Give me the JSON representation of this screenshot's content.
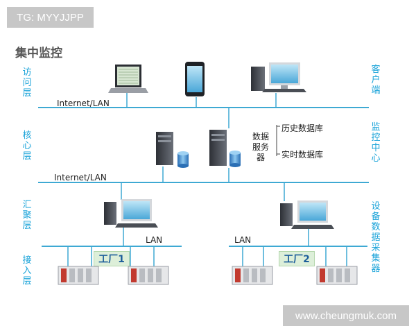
{
  "watermark_top": "TG: MYYJJPP",
  "watermark_bottom": "www.cheungmuk.com",
  "title": "集中监控",
  "left_layers": [
    "访问层",
    "核心层",
    "汇聚层",
    "接入层"
  ],
  "right_labels": [
    "客户端",
    "监控中心",
    "设备数据采集器"
  ],
  "network_labels": [
    "Internet/LAN",
    "Internet/LAN",
    "LAN",
    "LAN"
  ],
  "server_label": "数据服务器",
  "databases": [
    "历史数据库",
    "实时数据库"
  ],
  "factories": [
    "工厂1",
    "工厂2"
  ],
  "colors": {
    "accent": "#1aa3d9",
    "line": "#3ea9d3",
    "tag_bg": "#c7c7c7"
  }
}
